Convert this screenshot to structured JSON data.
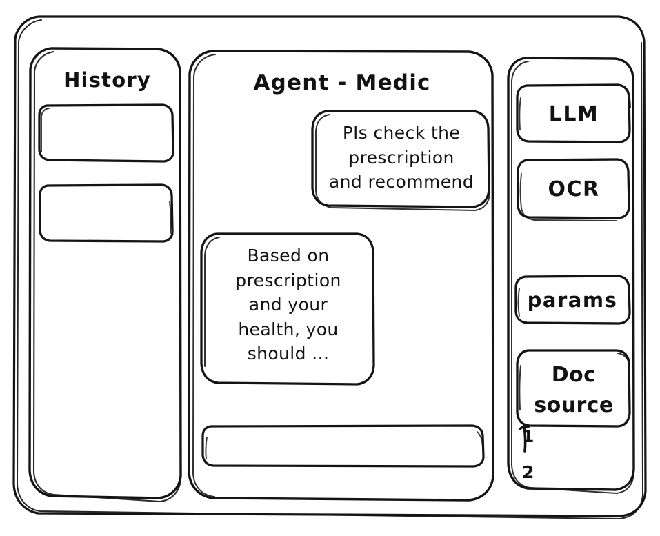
{
  "window": {
    "name": "agent-medic-wireframe"
  },
  "sidebar_left": {
    "title": "History",
    "items": [
      {
        "label": "",
        "name": "history-item-1"
      },
      {
        "label": "",
        "name": "history-item-2"
      }
    ]
  },
  "main": {
    "title": "Agent - Medic",
    "messages": [
      {
        "role": "user",
        "text": "Pls check the\nprescription\nand recommend"
      },
      {
        "role": "assistant",
        "text": "Based on\nprescription\nand your\nhealth, you\nshould ..."
      }
    ],
    "composer": {
      "value": "",
      "placeholder": ""
    }
  },
  "sidebar_right": {
    "tools": [
      {
        "label": "LLM"
      },
      {
        "label": "OCR"
      }
    ],
    "params": {
      "label": "params"
    },
    "doc_source": {
      "label": "Doc\nsource"
    },
    "doc_list": [
      {
        "label": "1"
      },
      {
        "label": "2"
      }
    ]
  },
  "style": {
    "stroke": "#141414",
    "background": "#ffffff"
  }
}
